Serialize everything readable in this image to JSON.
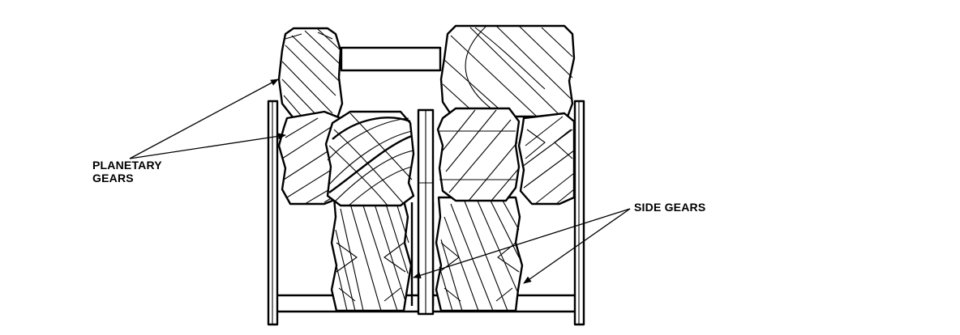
{
  "labels": {
    "planetary_line1": "PLANETARY",
    "planetary_line2": "GEARS",
    "side_gears": "SIDE GEARS"
  },
  "colors": {
    "ink": "#000000",
    "paper": "#ffffff"
  }
}
